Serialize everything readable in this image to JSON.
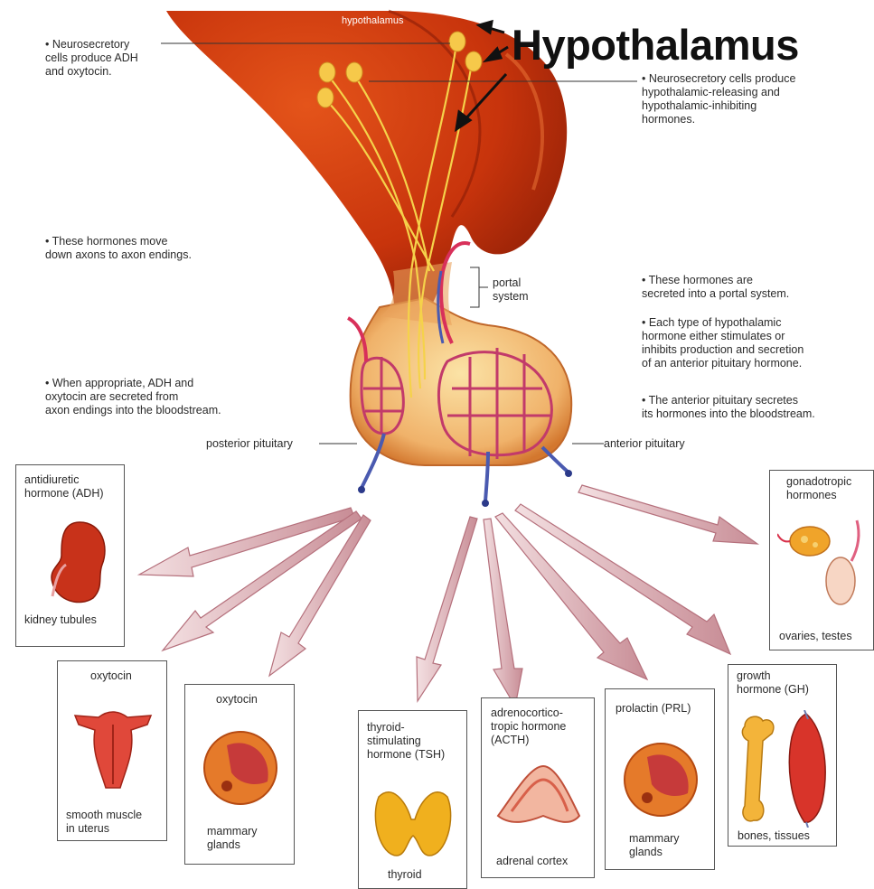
{
  "title": "Hypothalamus",
  "hypothalamus_label": "hypothalamus",
  "notes": {
    "left1": "• Neurosecretory\n  cells produce ADH\n  and oxytocin.",
    "right1": "• Neurosecretory cells produce\n  hypothalamic-releasing and\n  hypothalamic-inhibiting\n  hormones.",
    "left2": "• These hormones move\n  down axons to axon endings.",
    "portal": "portal\nsystem",
    "right2": "• These hormones are\n  secreted into a portal system.",
    "right3": "• Each type of hypothalamic\n  hormone either stimulates or\n  inhibits production and secretion\n  of an anterior pituitary hormone.",
    "left3": "• When appropriate, ADH and\n  oxytocin are secreted from\n  axon endings into the bloodstream.",
    "right4": "• The anterior pituitary secretes\n  its hormones into the bloodstream.",
    "posterior": "posterior pituitary",
    "anterior": "anterior pituitary"
  },
  "targets": [
    {
      "hormone": "antidiuretic\nhormone (ADH)",
      "organ": "kidney tubules",
      "icon": "kidney-icon"
    },
    {
      "hormone": "oxytocin",
      "organ": "smooth muscle\nin uterus",
      "icon": "uterus-icon"
    },
    {
      "hormone": "oxytocin",
      "organ": "mammary\nglands",
      "icon": "mammary-gland-icon"
    },
    {
      "hormone": "thyroid-\nstimulating\nhormone (TSH)",
      "organ": "thyroid",
      "icon": "thyroid-icon"
    },
    {
      "hormone": "adrenocortico-\ntropic hormone\n(ACTH)",
      "organ": "adrenal cortex",
      "icon": "adrenal-icon"
    },
    {
      "hormone": "prolactin (PRL)",
      "organ": "mammary\nglands",
      "icon": "mammary-gland-icon"
    },
    {
      "hormone": "growth\nhormone (GH)",
      "organ": "bones, tissues",
      "icon": "bone-muscle-icon"
    },
    {
      "hormone": "gonadotropic\nhormones",
      "organ": "ovaries, testes",
      "icon": "gonads-icon"
    }
  ],
  "colors": {
    "brain": "#c8340c",
    "artery": "#d8305a",
    "vein": "#4a5ab0",
    "axon": "#f5d24a",
    "arrow": "#d9aeb4"
  }
}
